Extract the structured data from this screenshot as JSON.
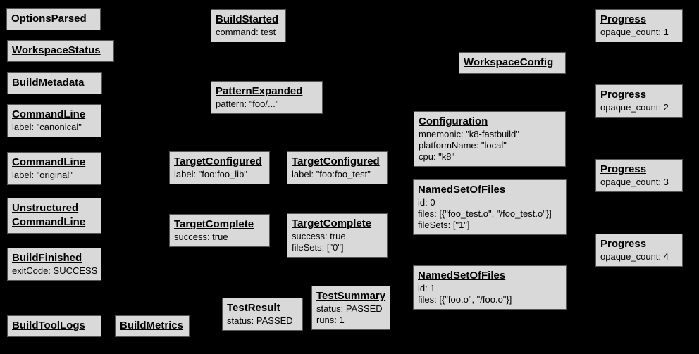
{
  "diagram": {
    "description": "Build event protocol graph",
    "background_color": "#000000",
    "node_fill_color": "#d9d9d9",
    "node_border_color": "#555555",
    "node_text_color": "#000000"
  },
  "nodes": {
    "optionsParsed": {
      "title": "OptionsParsed",
      "fields": []
    },
    "workspaceStatus": {
      "title": "WorkspaceStatus",
      "fields": []
    },
    "buildMetadata": {
      "title": "BuildMetadata",
      "fields": []
    },
    "commandLineCanonical": {
      "title": "CommandLine",
      "fields": [
        "label: \"canonical\""
      ]
    },
    "commandLineOriginal": {
      "title": "CommandLine",
      "fields": [
        "label: \"original\""
      ]
    },
    "unstructuredCommandLine": {
      "title": "Unstructured\nCommandLine",
      "fields": []
    },
    "buildFinished": {
      "title": "BuildFinished",
      "fields": [
        "exitCode: SUCCESS"
      ]
    },
    "buildToolLogs": {
      "title": "BuildToolLogs",
      "fields": []
    },
    "buildMetrics": {
      "title": "BuildMetrics",
      "fields": []
    },
    "buildStarted": {
      "title": "BuildStarted",
      "fields": [
        "command: test"
      ]
    },
    "patternExpanded": {
      "title": "PatternExpanded",
      "fields": [
        "pattern: \"foo/...\""
      ]
    },
    "targetConfiguredLib": {
      "title": "TargetConfigured",
      "fields": [
        "label: \"foo:foo_lib\""
      ]
    },
    "targetConfiguredTest": {
      "title": "TargetConfigured",
      "fields": [
        "label: \"foo:foo_test\""
      ]
    },
    "targetCompleteLib": {
      "title": "TargetComplete",
      "fields": [
        "success: true"
      ]
    },
    "targetCompleteTest": {
      "title": "TargetComplete",
      "fields": [
        "success: true",
        "fileSets: [\"0\"]"
      ]
    },
    "testResult": {
      "title": "TestResult",
      "fields": [
        "status: PASSED"
      ]
    },
    "testSummary": {
      "title": "TestSummary",
      "fields": [
        "status: PASSED",
        "runs: 1"
      ]
    },
    "workspaceConfig": {
      "title": "WorkspaceConfig",
      "fields": []
    },
    "configuration": {
      "title": "Configuration",
      "fields": [
        "mnemonic: \"k8-fastbuild\"",
        "platformName: \"local\"",
        "cpu: \"k8\""
      ]
    },
    "namedSetOfFiles0": {
      "title": "NamedSetOfFiles",
      "fields": [
        "id: 0",
        "files: [{\"foo_test.o\", \"/foo_test.o\"}]",
        "fileSets: [\"1\"]"
      ]
    },
    "namedSetOfFiles1": {
      "title": "NamedSetOfFiles",
      "fields": [
        "id: 1",
        "files: [{\"foo.o\", \"/foo.o\"}]"
      ]
    },
    "progress1": {
      "title": "Progress",
      "fields": [
        "opaque_count: 1"
      ]
    },
    "progress2": {
      "title": "Progress",
      "fields": [
        "opaque_count: 2"
      ]
    },
    "progress3": {
      "title": "Progress",
      "fields": [
        "opaque_count: 3"
      ]
    },
    "progress4": {
      "title": "Progress",
      "fields": [
        "opaque_count: 4"
      ]
    }
  }
}
